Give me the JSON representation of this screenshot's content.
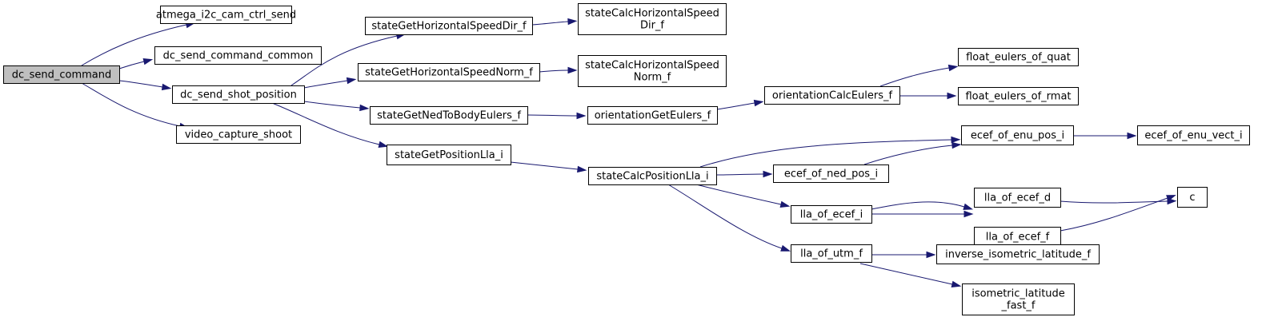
{
  "diagram": {
    "type": "call-graph",
    "colors": {
      "edge": "#191970",
      "root_fill": "#bfbfbf",
      "node_fill": "#ffffff",
      "node_border": "#000000"
    },
    "nodes": [
      {
        "id": "dc_send_command",
        "lines": [
          "dc_send_command"
        ],
        "root": true
      },
      {
        "id": "atmega_i2c_cam_ctrl_send",
        "lines": [
          "atmega_i2c_cam_ctrl_send"
        ]
      },
      {
        "id": "dc_send_command_common",
        "lines": [
          "dc_send_command_common"
        ]
      },
      {
        "id": "dc_send_shot_position",
        "lines": [
          "dc_send_shot_position"
        ]
      },
      {
        "id": "video_capture_shoot",
        "lines": [
          "video_capture_shoot"
        ]
      },
      {
        "id": "stateGetHorizontalSpeedDir_f",
        "lines": [
          "stateGetHorizontalSpeedDir_f"
        ]
      },
      {
        "id": "stateGetHorizontalSpeedNorm_f",
        "lines": [
          "stateGetHorizontalSpeedNorm_f"
        ]
      },
      {
        "id": "stateGetNedToBodyEulers_f",
        "lines": [
          "stateGetNedToBodyEulers_f"
        ]
      },
      {
        "id": "stateGetPositionLla_i",
        "lines": [
          "stateGetPositionLla_i"
        ]
      },
      {
        "id": "stateCalcHorizontalSpeedDir_f",
        "lines": [
          "stateCalcHorizontalSpeed",
          "Dir_f"
        ]
      },
      {
        "id": "stateCalcHorizontalSpeedNorm_f",
        "lines": [
          "stateCalcHorizontalSpeed",
          "Norm_f"
        ]
      },
      {
        "id": "orientationGetEulers_f",
        "lines": [
          "orientationGetEulers_f"
        ]
      },
      {
        "id": "stateCalcPositionLla_i",
        "lines": [
          "stateCalcPositionLla_i"
        ]
      },
      {
        "id": "orientationCalcEulers_f",
        "lines": [
          "orientationCalcEulers_f"
        ]
      },
      {
        "id": "float_eulers_of_quat",
        "lines": [
          "float_eulers_of_quat"
        ]
      },
      {
        "id": "float_eulers_of_rmat",
        "lines": [
          "float_eulers_of_rmat"
        ]
      },
      {
        "id": "ecef_of_enu_pos_i",
        "lines": [
          "ecef_of_enu_pos_i"
        ]
      },
      {
        "id": "ecef_of_enu_vect_i",
        "lines": [
          "ecef_of_enu_vect_i"
        ]
      },
      {
        "id": "ecef_of_ned_pos_i",
        "lines": [
          "ecef_of_ned_pos_i"
        ]
      },
      {
        "id": "lla_of_ecef_i",
        "lines": [
          "lla_of_ecef_i"
        ]
      },
      {
        "id": "lla_of_utm_f",
        "lines": [
          "lla_of_utm_f"
        ]
      },
      {
        "id": "lla_of_ecef_d",
        "lines": [
          "lla_of_ecef_d"
        ]
      },
      {
        "id": "lla_of_ecef_f",
        "lines": [
          "lla_of_ecef_f"
        ]
      },
      {
        "id": "c",
        "lines": [
          "c"
        ]
      },
      {
        "id": "inverse_isometric_latitude_f",
        "lines": [
          "inverse_isometric_latitude_f"
        ]
      },
      {
        "id": "isometric_latitude_fast_f",
        "lines": [
          "isometric_latitude",
          "_fast_f"
        ]
      }
    ],
    "edges": [
      {
        "from": "dc_send_command",
        "to": "atmega_i2c_cam_ctrl_send"
      },
      {
        "from": "dc_send_command",
        "to": "dc_send_command_common"
      },
      {
        "from": "dc_send_command",
        "to": "dc_send_shot_position"
      },
      {
        "from": "dc_send_command",
        "to": "video_capture_shoot"
      },
      {
        "from": "dc_send_shot_position",
        "to": "stateGetHorizontalSpeedDir_f"
      },
      {
        "from": "dc_send_shot_position",
        "to": "stateGetHorizontalSpeedNorm_f"
      },
      {
        "from": "dc_send_shot_position",
        "to": "stateGetNedToBodyEulers_f"
      },
      {
        "from": "dc_send_shot_position",
        "to": "stateGetPositionLla_i"
      },
      {
        "from": "stateGetHorizontalSpeedDir_f",
        "to": "stateCalcHorizontalSpeedDir_f"
      },
      {
        "from": "stateGetHorizontalSpeedNorm_f",
        "to": "stateCalcHorizontalSpeedNorm_f"
      },
      {
        "from": "stateGetNedToBodyEulers_f",
        "to": "orientationGetEulers_f"
      },
      {
        "from": "stateGetPositionLla_i",
        "to": "stateCalcPositionLla_i"
      },
      {
        "from": "orientationGetEulers_f",
        "to": "orientationCalcEulers_f"
      },
      {
        "from": "orientationCalcEulers_f",
        "to": "float_eulers_of_quat"
      },
      {
        "from": "orientationCalcEulers_f",
        "to": "float_eulers_of_rmat"
      },
      {
        "from": "stateCalcPositionLla_i",
        "to": "ecef_of_enu_pos_i"
      },
      {
        "from": "stateCalcPositionLla_i",
        "to": "ecef_of_ned_pos_i"
      },
      {
        "from": "stateCalcPositionLla_i",
        "to": "lla_of_ecef_i"
      },
      {
        "from": "stateCalcPositionLla_i",
        "to": "lla_of_utm_f"
      },
      {
        "from": "ecef_of_ned_pos_i",
        "to": "ecef_of_enu_pos_i"
      },
      {
        "from": "ecef_of_enu_pos_i",
        "to": "ecef_of_enu_vect_i"
      },
      {
        "from": "lla_of_ecef_i",
        "to": "lla_of_ecef_d"
      },
      {
        "from": "lla_of_ecef_i",
        "to": "lla_of_ecef_f"
      },
      {
        "from": "lla_of_ecef_d",
        "to": "c"
      },
      {
        "from": "lla_of_ecef_f",
        "to": "c"
      },
      {
        "from": "lla_of_utm_f",
        "to": "inverse_isometric_latitude_f"
      },
      {
        "from": "lla_of_utm_f",
        "to": "isometric_latitude_fast_f"
      }
    ]
  }
}
